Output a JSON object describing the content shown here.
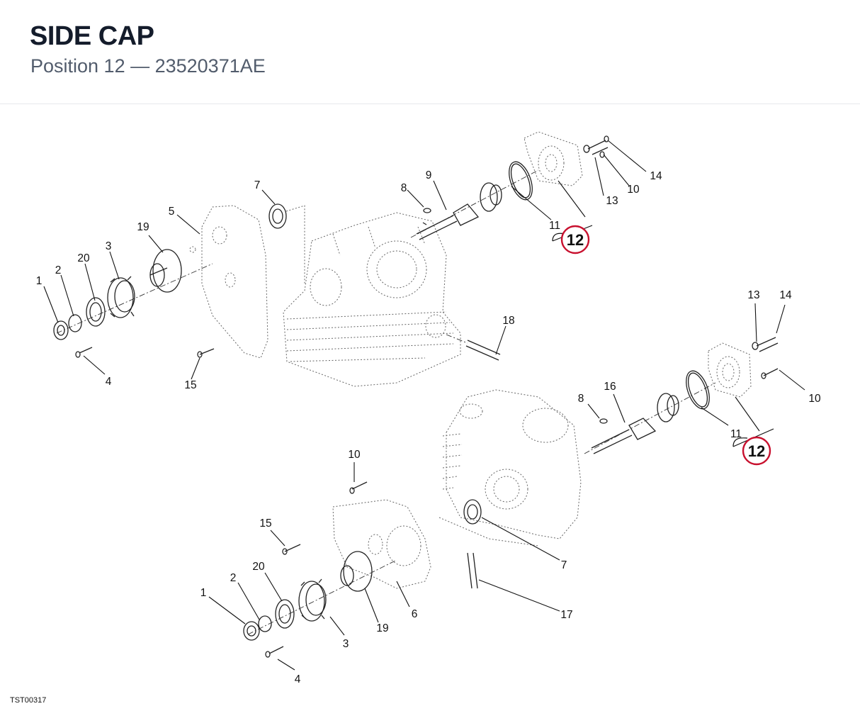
{
  "header": {
    "title": "SIDE CAP",
    "subtitle": "Position 12 — 23520371AE"
  },
  "diagram": {
    "highlight_color": "#c8102e",
    "callout_label": "12",
    "reference_code": "TST00317",
    "upper_labels": [
      "1",
      "2",
      "20",
      "3",
      "19",
      "5",
      "7",
      "4",
      "15",
      "8",
      "9",
      "11",
      "13",
      "10",
      "14",
      "18"
    ],
    "lower_labels": [
      "13",
      "14",
      "10",
      "8",
      "16",
      "11",
      "10",
      "15",
      "7",
      "2",
      "20",
      "1",
      "19",
      "6",
      "3",
      "17",
      "4"
    ]
  }
}
